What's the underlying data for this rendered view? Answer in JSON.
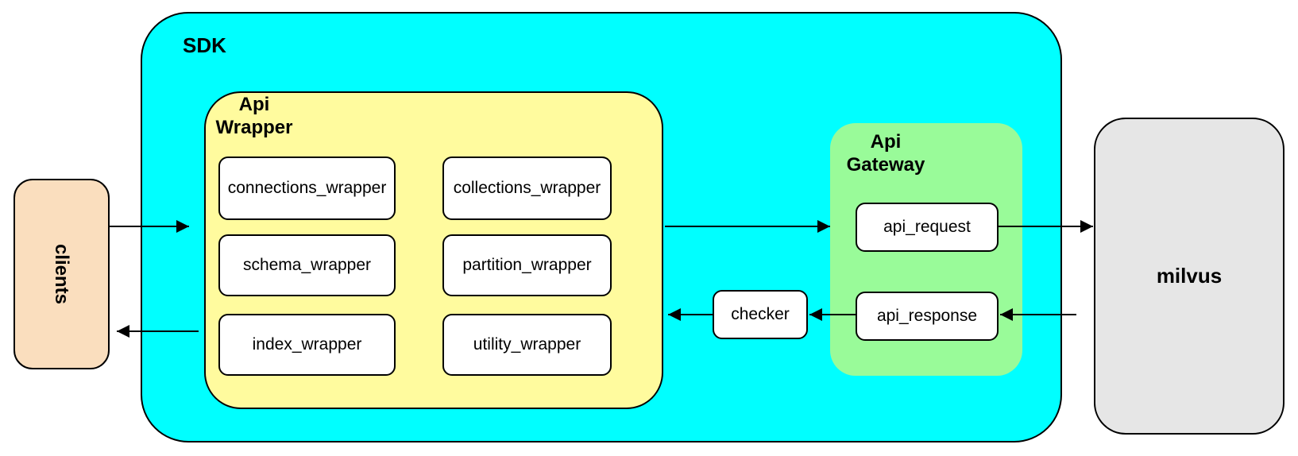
{
  "nodes": {
    "clients": {
      "label": "clients",
      "fill": "#FADEBE"
    },
    "sdk": {
      "label": "SDK",
      "fill": "#00FFFF"
    },
    "api_wrapper": {
      "label": "Api\nWrapper",
      "fill": "#FFFB9E",
      "children": [
        "connections_wrapper",
        "collections_wrapper",
        "schema_wrapper",
        "partition_wrapper",
        "index_wrapper",
        "utility_wrapper"
      ]
    },
    "api_gateway": {
      "label": "Api\nGateway",
      "fill": "#99FB99",
      "children": [
        "api_request",
        "api_response"
      ]
    },
    "checker": {
      "label": "checker",
      "fill": "#FFFFFF"
    },
    "milvus": {
      "label": "milvus",
      "fill": "#E6E6E6"
    }
  },
  "connections": [
    {
      "from": "clients",
      "to": "sdk"
    },
    {
      "from": "sdk",
      "to": "clients"
    },
    {
      "from": "api_wrapper",
      "to": "api_gateway"
    },
    {
      "from": "api_request",
      "to": "milvus"
    },
    {
      "from": "milvus",
      "to": "api_response"
    },
    {
      "from": "api_response",
      "to": "checker"
    },
    {
      "from": "checker",
      "to": "api_wrapper"
    }
  ]
}
